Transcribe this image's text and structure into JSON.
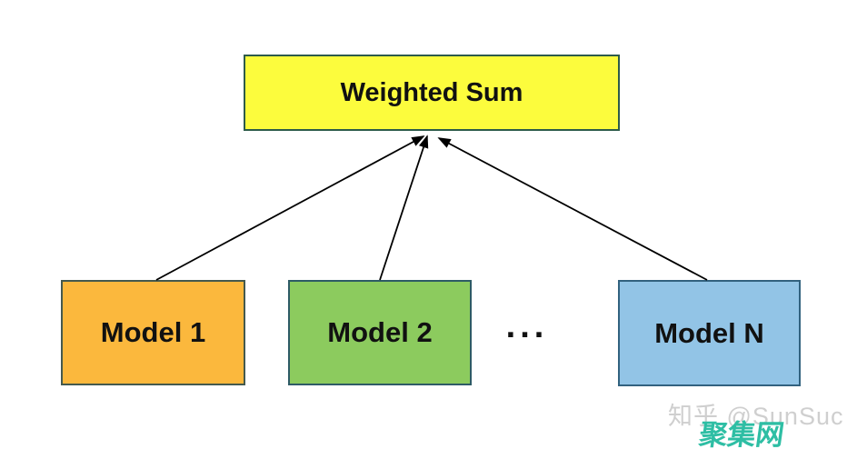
{
  "diagram": {
    "output_box": {
      "label": "Weighted Sum",
      "fill": "#fcfc3d",
      "border": "#2d5b4a"
    },
    "model_boxes": [
      {
        "label": "Model 1",
        "fill": "#fbb83d",
        "border": "#44594e"
      },
      {
        "label": "Model 2",
        "fill": "#8ccb5e",
        "border": "#2e5b66"
      },
      {
        "label": "Model N",
        "fill": "#92c4e6",
        "border": "#32627f"
      }
    ],
    "ellipsis_label": "...",
    "arrow_color": "#000000"
  },
  "watermark": {
    "handle": "知乎 @SunSuc",
    "site_badge": "聚集网",
    "handle_color": "#cfcfcf",
    "badge_color": "#2ebea4"
  }
}
